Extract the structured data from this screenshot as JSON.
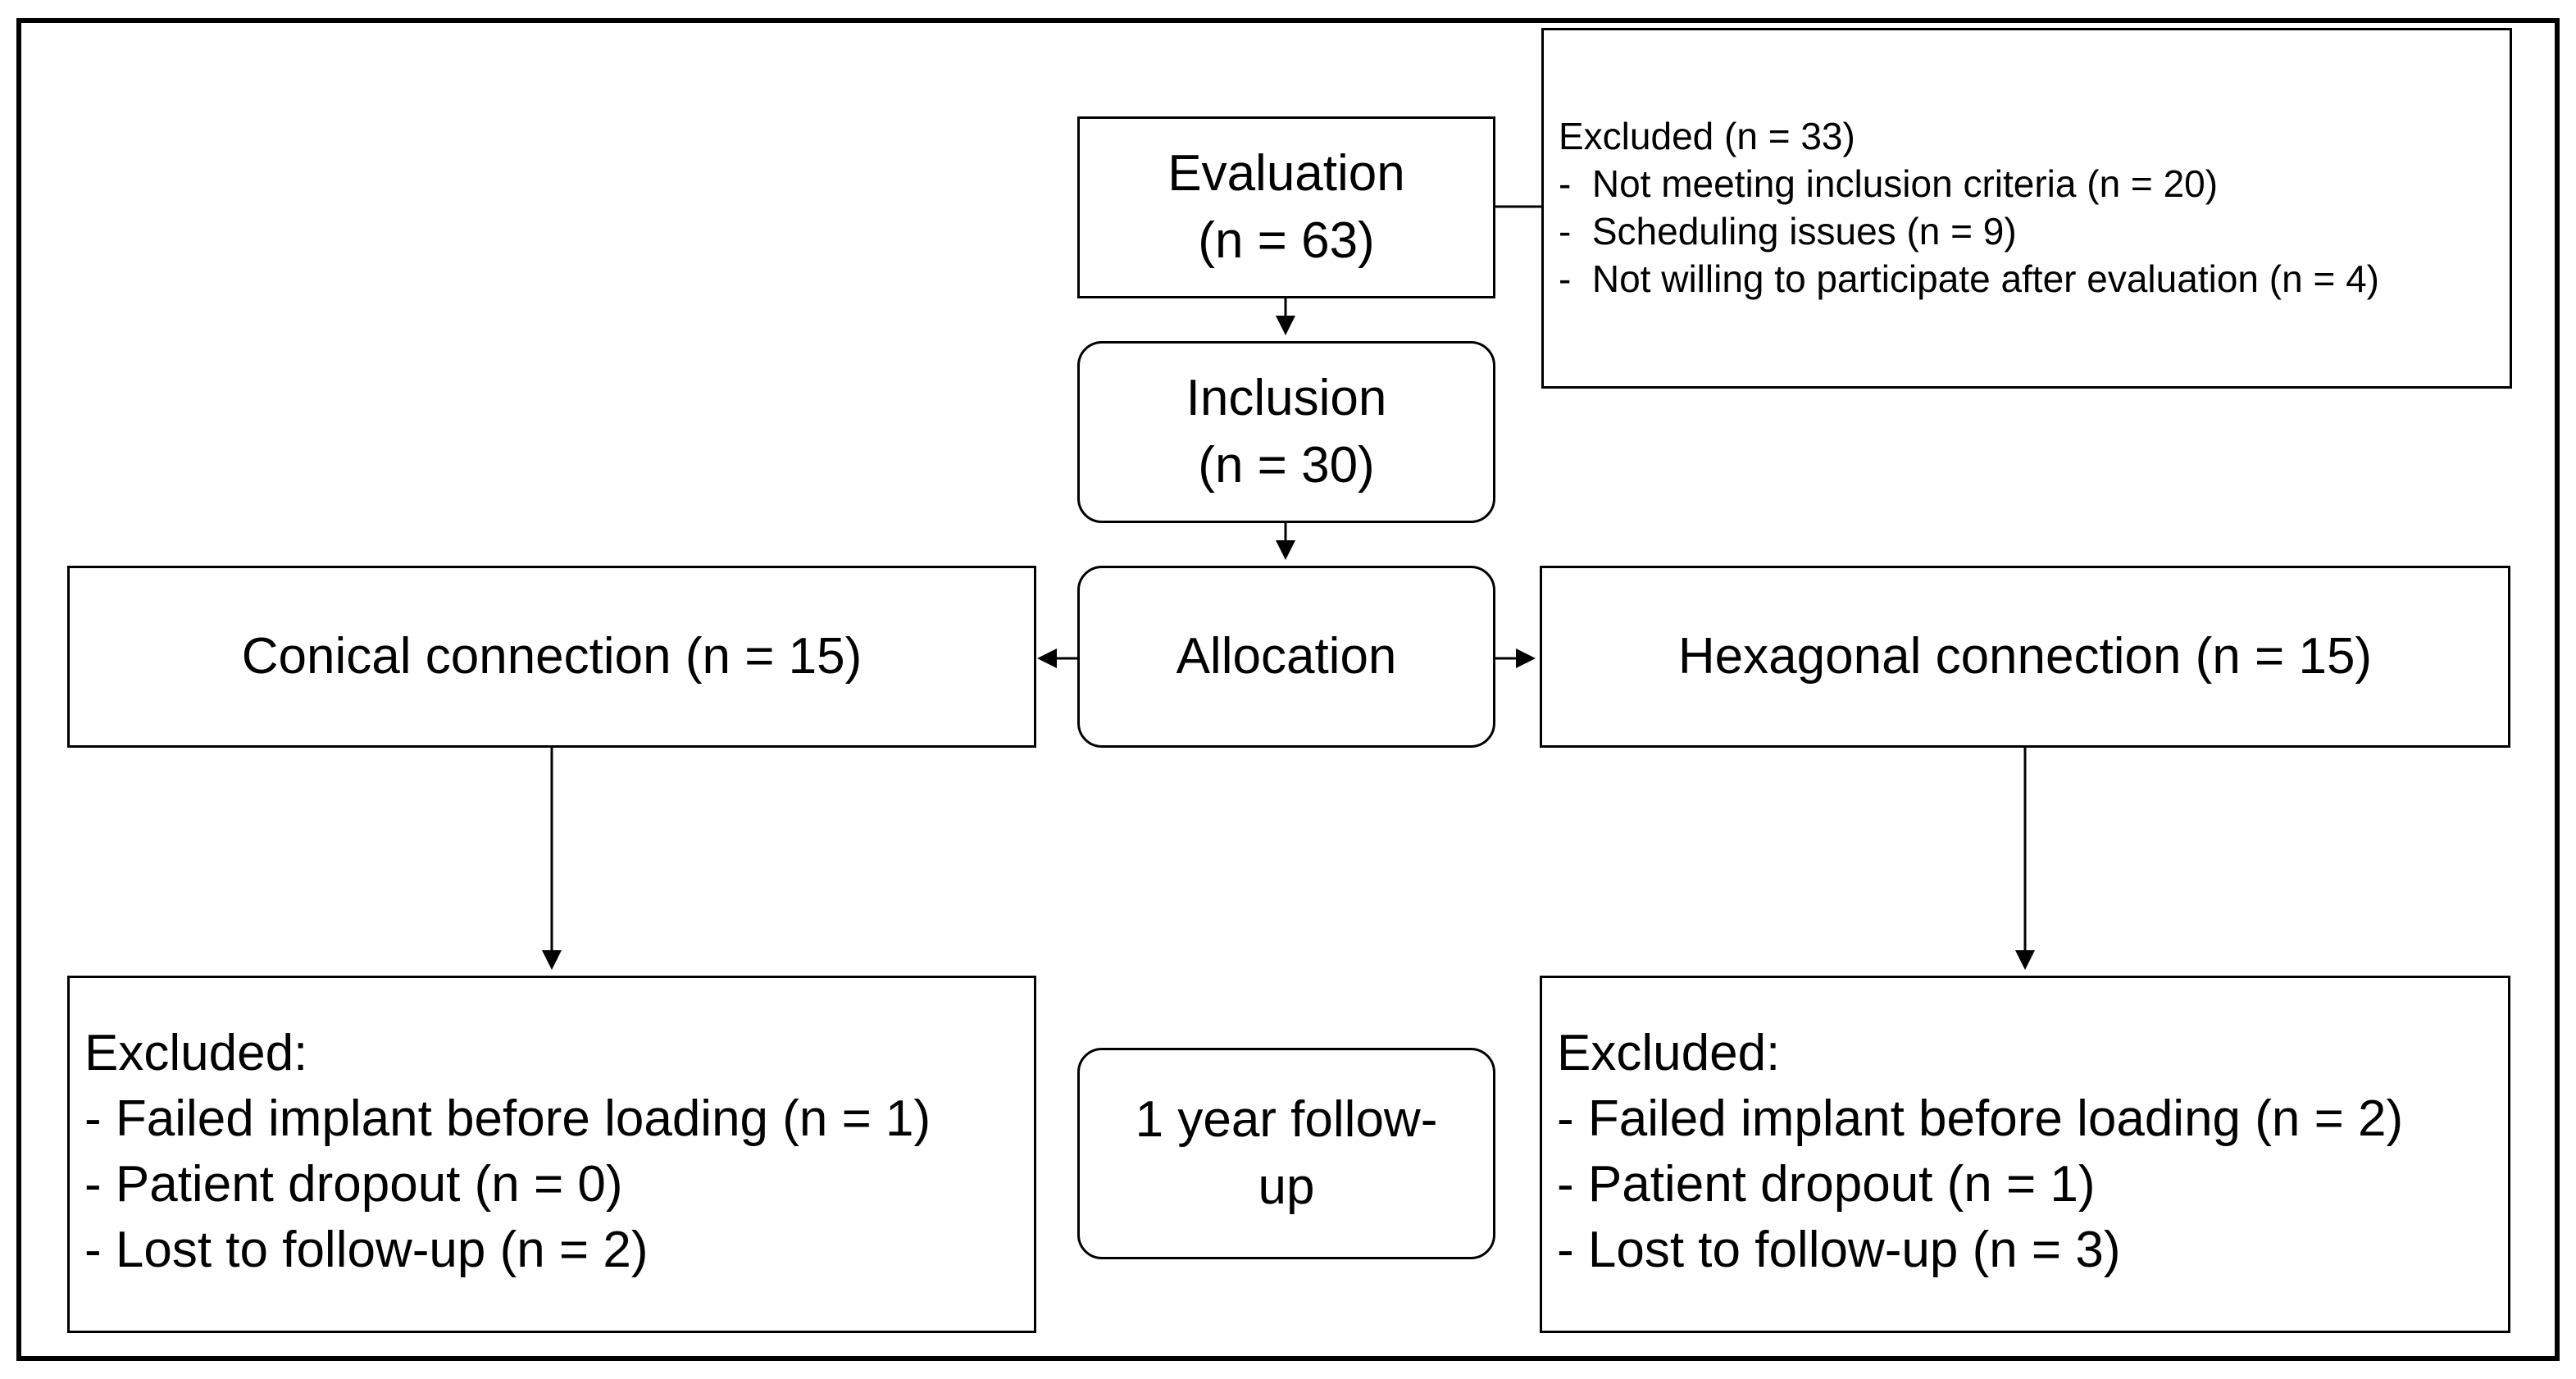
{
  "evaluation": {
    "title": "Evaluation",
    "count": "(n = 63)"
  },
  "excluded_top": {
    "header": "Excluded (n = 33)",
    "items": [
      "-  Not meeting inclusion criteria (n = 20)",
      "-  Scheduling issues (n = 9)",
      "-  Not willing to participate after evaluation (n = 4)"
    ]
  },
  "inclusion": {
    "title": "Inclusion",
    "count": "(n = 30)"
  },
  "allocation": {
    "title": "Allocation"
  },
  "conical": {
    "label": "Conical connection (n = 15)"
  },
  "hexagonal": {
    "label": "Hexagonal connection (n = 15)"
  },
  "followup": {
    "line1": "1 year follow-",
    "line2": "up"
  },
  "excluded_left": {
    "header": "Excluded:",
    "items": [
      "- Failed implant before loading (n = 1)",
      "- Patient dropout (n = 0)",
      "- Lost to follow-up (n = 2)"
    ]
  },
  "excluded_right": {
    "header": "Excluded:",
    "items": [
      "- Failed implant before loading (n = 2)",
      "- Patient dropout (n = 1)",
      "- Lost to follow-up (n = 3)"
    ]
  }
}
